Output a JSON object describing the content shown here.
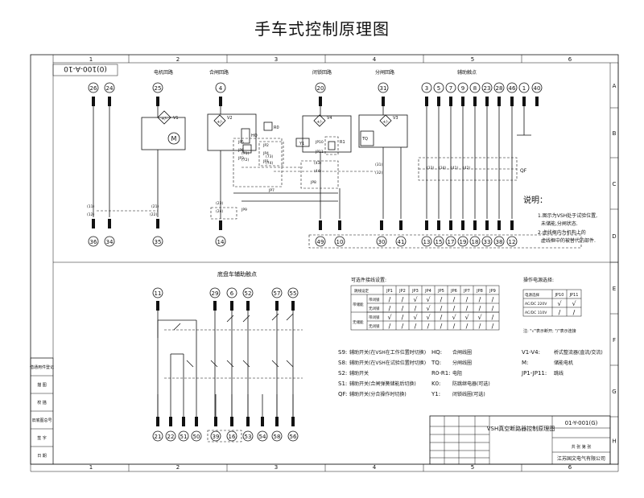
{
  "title": "手车式控制原理图",
  "frame": {
    "cols": [
      "1",
      "2",
      "3",
      "4",
      "5",
      "6"
    ],
    "rows": [
      "A",
      "B",
      "C",
      "D",
      "E",
      "F",
      "G",
      "H"
    ],
    "drawing_no_top": "(0)100-A-10",
    "side_labels": [
      "借通用件登记",
      "描 图",
      "校 描",
      "旧底图总号",
      "签 字",
      "日 期"
    ]
  },
  "top_sections": [
    "电机回路",
    "合闸回路",
    "闭锁回路",
    "分闸回路",
    "辅助触点"
  ],
  "top_terminals": [
    "26",
    "24",
    "25",
    "4",
    "20",
    "31",
    "3",
    "5",
    "7",
    "9",
    "8",
    "23",
    "28",
    "46",
    "1",
    "40"
  ],
  "bottom_terminals_top": [
    "36",
    "34",
    "35",
    "14",
    "49",
    "10",
    "30",
    "41",
    "13",
    "15",
    "17",
    "19",
    "18",
    "33",
    "38",
    "12"
  ],
  "components": {
    "motor": "M",
    "v1": "V1",
    "v2": "V2",
    "v3": "V3",
    "v4": "V4",
    "hq": "HQ",
    "r0": "R0",
    "tq": "TQ",
    "y1": "Y1",
    "r1": "R1",
    "qf": "QF",
    "jp": [
      "JP5",
      "JP6",
      "JP3",
      "JP2",
      "JP4",
      "JP1",
      "JP7",
      "JP8",
      "JP9",
      "JP10",
      "JP11"
    ],
    "pin_labels": [
      "(11)",
      "(12)",
      "(21)",
      "(22)",
      "(23)",
      "(24)",
      "(31)",
      "(32)",
      "(33)",
      "(34)",
      "(41)",
      "(42)",
      "(43)",
      "(44)",
      "(71)",
      "(72)",
      "(73)",
      "(74)"
    ]
  },
  "note": {
    "heading": "说明：",
    "lines": [
      "1.图示为VSH处于试验位置,",
      "未储能,分闸状态.",
      "2.虚线框内为机构上的",
      "虚线框中的被替代的部件."
    ]
  },
  "lower_section_title": "底盘车辅助触点",
  "lower_top_terminals": [
    "11",
    "29",
    "6",
    "52",
    "57",
    "55"
  ],
  "lower_bottom_terminals": [
    "21",
    "22",
    "51",
    "50",
    "39",
    "16",
    "53",
    "54",
    "58",
    "56"
  ],
  "jp_table": {
    "caption": "可选件接线设置:",
    "header": [
      "JP1",
      "JP2",
      "JP3",
      "JP4",
      "JP5",
      "JP6",
      "JP7",
      "JP8",
      "JP9"
    ],
    "corner": "跳线设定",
    "group1": "带储能",
    "group2": "无储能",
    "sub_a": "带闭锁",
    "sub_b": "无闭锁"
  },
  "voltage_table": {
    "caption": "操作电源选择:",
    "header": [
      "JP10",
      "JP11"
    ],
    "corner": "电源选择",
    "rows": [
      "AC/DC 220V",
      "AC/DC 110V"
    ],
    "footnote": "注: \"√\"表示断开; \"/\"表示连接"
  },
  "legend": [
    {
      "code": "S9:",
      "text": "辅助开关(在VSH在工作位置时切换)"
    },
    {
      "code": "S8:",
      "text": "辅助开关(在VSH在试验位置时切换)"
    },
    {
      "code": "S2:",
      "text": "辅助开关"
    },
    {
      "code": "S1:",
      "text": "辅助开关(合闸弹簧储能后切换)"
    },
    {
      "code": "QF:",
      "text": "辅助开关(分合操作时切换)"
    }
  ],
  "legend_mid": [
    {
      "code": "HQ:",
      "text": "合闸线圈"
    },
    {
      "code": "TQ:",
      "text": "分闸线圈"
    },
    {
      "code": "R0-R1:",
      "text": "电阻"
    },
    {
      "code": "K0:",
      "text": "防跳继电器(可选)"
    },
    {
      "code": "Y1:",
      "text": "闭锁线圈(可选)"
    }
  ],
  "legend_right": [
    {
      "code": "V1-V4:",
      "text": "桥式整流器(直流/交流)"
    },
    {
      "code": "M:",
      "text": "储能电机"
    },
    {
      "code": "JP1-JP11:",
      "text": "跳线"
    }
  ],
  "title_block": {
    "name": "VSH真空断路器控制原理图",
    "code": "01-Y-001(G)",
    "company": "江苏国文电气有限公司",
    "sheet": "共 张 第 张"
  },
  "colors": {
    "line": "#111111",
    "background": "#ffffff"
  }
}
